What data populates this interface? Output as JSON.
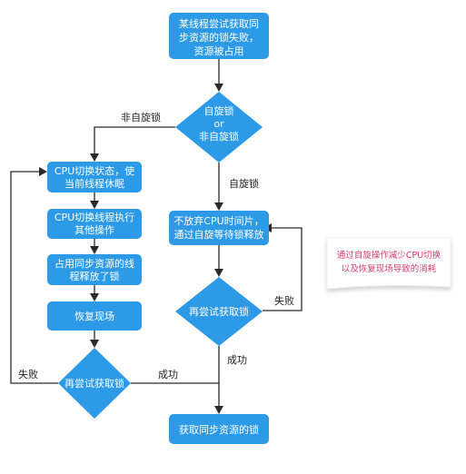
{
  "colors": {
    "node": "#2d9ae8",
    "edge": "#2a2a2a",
    "note_text": "#d63b6d"
  },
  "nodes": {
    "start": [
      "某线程尝试获取同",
      "步资源的锁失败，",
      "资源被占用"
    ],
    "decision_spin": [
      "自旋锁",
      "or",
      "非自旋锁"
    ],
    "cpu_switch_sleep": [
      "CPU切换状态，使",
      "当前线程休眠"
    ],
    "cpu_switch_exec": [
      "CPU切换线程执行",
      "其他操作"
    ],
    "release_lock": [
      "占用同步资源的线",
      "程释放了锁"
    ],
    "restore_scene": [
      "恢复现场"
    ],
    "retry_left": [
      "再尝试获取锁"
    ],
    "spin_wait": [
      "不放弃CPU时间片，",
      "通过自旋等待锁释放"
    ],
    "retry_right": [
      "再尝试获取锁"
    ],
    "acquire": [
      "获取同步资源的锁"
    ]
  },
  "edge_labels": {
    "non_spin": "非自旋锁",
    "spin": "自旋锁",
    "fail_right": "失败",
    "success_right": "成功",
    "fail_left": "失败",
    "success_left": "成功"
  },
  "note": [
    "通过自旋操作减少CPU切换",
    "以及恢复现场导致的消耗"
  ]
}
